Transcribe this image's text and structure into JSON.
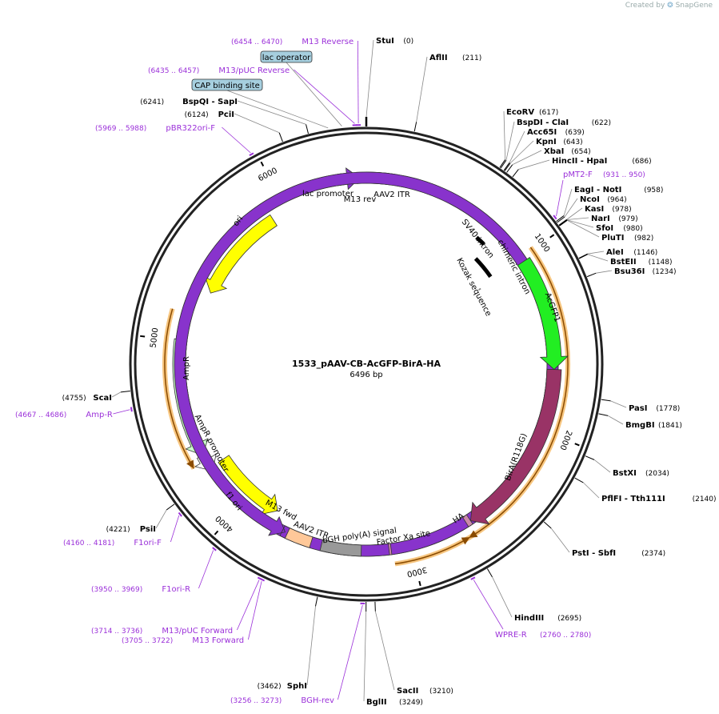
{
  "brand": {
    "created_by": "Created by",
    "name": "SnapGene"
  },
  "plasmid": {
    "name": "1533_pAAV-CB-AcGFP-BirA-HA",
    "size_label": "6496 bp",
    "length": 6496
  },
  "ticks": [
    {
      "pos": 1000,
      "label": "1000"
    },
    {
      "pos": 2000,
      "label": "2000"
    },
    {
      "pos": 3000,
      "label": "3000"
    },
    {
      "pos": 4000,
      "label": "4000"
    },
    {
      "pos": 5000,
      "label": "5000"
    },
    {
      "pos": 6000,
      "label": "6000"
    }
  ],
  "sites": [
    {
      "name": "StuI",
      "pos_label": "(0)",
      "pos": 0
    },
    {
      "name": "AflII",
      "pos_label": "(211)",
      "pos": 211
    },
    {
      "name": "EcoRV",
      "pos_label": "(617)",
      "pos": 617
    },
    {
      "name": "BspDI  - ClaI",
      "pos_label": "(622)",
      "pos": 622
    },
    {
      "name": "Acc65I",
      "pos_label": "(639)",
      "pos": 639
    },
    {
      "name": "KpnI",
      "pos_label": "(643)",
      "pos": 643
    },
    {
      "name": "XbaI",
      "pos_label": "(654)",
      "pos": 654
    },
    {
      "name": "HincII  - HpaI",
      "pos_label": "(686)",
      "pos": 686
    },
    {
      "name": "EagI  - NotI",
      "pos_label": "(958)",
      "pos": 958
    },
    {
      "name": "NcoI",
      "pos_label": "(964)",
      "pos": 964
    },
    {
      "name": "KasI",
      "pos_label": "(978)",
      "pos": 978
    },
    {
      "name": "NarI",
      "pos_label": "(979)",
      "pos": 979
    },
    {
      "name": "SfoI",
      "pos_label": "(980)",
      "pos": 980
    },
    {
      "name": "PluTI",
      "pos_label": "(982)",
      "pos": 982
    },
    {
      "name": "AleI",
      "pos_label": "(1146)",
      "pos": 1146
    },
    {
      "name": "BstEII",
      "pos_label": "(1148)",
      "pos": 1148
    },
    {
      "name": "Bsu36I",
      "pos_label": "(1234)",
      "pos": 1234
    },
    {
      "name": "PasI",
      "pos_label": "(1778)",
      "pos": 1778
    },
    {
      "name": "BmgBI",
      "pos_label": "(1841)",
      "pos": 1841
    },
    {
      "name": "BstXI",
      "pos_label": "(2034)",
      "pos": 2034
    },
    {
      "name": "PflFI  - Tth111I",
      "pos_label": "(2140)",
      "pos": 2140
    },
    {
      "name": "PstI  - SbfI",
      "pos_label": "(2374)",
      "pos": 2374
    },
    {
      "name": "HindIII",
      "pos_label": "(2695)",
      "pos": 2695
    },
    {
      "name": "SacII",
      "pos_label": "(3210)",
      "pos": 3210
    },
    {
      "name": "BglII",
      "pos_label": "(3249)",
      "pos": 3249
    },
    {
      "name": "SphI",
      "pos_label": "(3462)",
      "pos": 3462
    },
    {
      "name": "PsiI",
      "pos_label": "(4221)",
      "pos": 4221
    },
    {
      "name": "ScaI",
      "pos_label": "(4755)",
      "pos": 4755
    },
    {
      "name": "PciI",
      "pos_label": "(6124)",
      "pos": 6124
    },
    {
      "name": "BspQI  - SapI",
      "pos_label": "(6241)",
      "pos": 6241
    }
  ],
  "primers": [
    {
      "name": "M13 Reverse",
      "range": "(6454 .. 6470)",
      "pos": 6462
    },
    {
      "name": "M13/pUC Reverse",
      "range": "(6435 .. 6457)",
      "pos": 6446
    },
    {
      "name": "pBR322ori-F",
      "range": "(5969 .. 5988)",
      "pos": 5978
    },
    {
      "name": "pMT2-F",
      "range": "(931 .. 950)",
      "pos": 940
    },
    {
      "name": "WPRE-R",
      "range": "(2760 .. 2780)",
      "pos": 2770
    },
    {
      "name": "BGH-rev",
      "range": "(3256 .. 3273)",
      "pos": 3264
    },
    {
      "name": "M13/pUC Forward",
      "range": "(3714 .. 3736)",
      "pos": 3725
    },
    {
      "name": "M13 Forward",
      "range": "(3705 .. 3722)",
      "pos": 3713
    },
    {
      "name": "F1ori-R",
      "range": "(3950 .. 3969)",
      "pos": 3960
    },
    {
      "name": "F1ori-F",
      "range": "(4160 .. 4181)",
      "pos": 4170
    },
    {
      "name": "Amp-R",
      "range": "(4667 .. 4686)",
      "pos": 4676
    }
  ],
  "boxed_features": [
    {
      "name": "lac operator",
      "pos": 6390
    },
    {
      "name": "CAP binding site",
      "pos": 6330
    }
  ],
  "features": [
    {
      "name": "AAV2 ITR",
      "start": 0,
      "end": 141,
      "color": "#ffc899",
      "type": "box"
    },
    {
      "name": "M13 rev",
      "start": 6442,
      "end": 6459,
      "color": "#8833cc",
      "type": "arrow",
      "dir": 1
    },
    {
      "name": "lac promoter",
      "start": 6333,
      "end": 6364,
      "color": "#2e7d8c",
      "type": "box"
    },
    {
      "name": "ori",
      "start": 5315,
      "end": 5904,
      "color": "#ffff00",
      "type": "arrow",
      "dir": -1
    },
    {
      "name": "AmpR",
      "start": 4348,
      "end": 5008,
      "color": "#ccffcc",
      "type": "arrow",
      "dir": -1
    },
    {
      "name": "AmpR promoter",
      "start": 4245,
      "end": 4348,
      "color": "#ffffff",
      "type": "arrow",
      "dir": -1
    },
    {
      "name": "f1 ori",
      "start": 3811,
      "end": 4267,
      "color": "#ffff00",
      "type": "arrow",
      "dir": -1
    },
    {
      "name": "M13 fwd",
      "start": 3714,
      "end": 3731,
      "color": "#8833cc",
      "type": "arrow",
      "dir": -1
    },
    {
      "name": "AAV2 ITR",
      "start": 3559,
      "end": 3700,
      "color": "#ffc899",
      "type": "box"
    },
    {
      "name": "bGH poly(A) signal",
      "start": 3276,
      "end": 3500,
      "color": "#999999",
      "type": "box"
    },
    {
      "name": "Factor Xa site",
      "start": 3110,
      "end": 3122,
      "color": "#cc88aa",
      "type": "box"
    },
    {
      "name": "HA",
      "start": 2640,
      "end": 2667,
      "color": "#cc88aa",
      "type": "box"
    },
    {
      "name": "BirA(R118G)",
      "start": 1653,
      "end": 2640,
      "color": "#993366",
      "type": "arrow",
      "dir": 1
    },
    {
      "name": "AcGFP1",
      "start": 1026,
      "end": 1653,
      "color": "#22ee22",
      "type": "arrow",
      "dir": 1
    },
    {
      "name": "chimeric intron",
      "start": 830,
      "end": 990,
      "color": "#000000",
      "type": "line"
    },
    {
      "name": "SV40 intron",
      "start": 740,
      "end": 800,
      "color": "#000000",
      "type": "line"
    },
    {
      "name": "Kozak sequence",
      "start": 1015,
      "end": 1026,
      "color": "#888888",
      "type": "line"
    }
  ],
  "orfs": [
    {
      "start": 985,
      "end": 2695,
      "dir": 1
    },
    {
      "start": 2690,
      "end": 3100,
      "dir": -1
    },
    {
      "start": 4310,
      "end": 5160,
      "dir": -1
    }
  ]
}
